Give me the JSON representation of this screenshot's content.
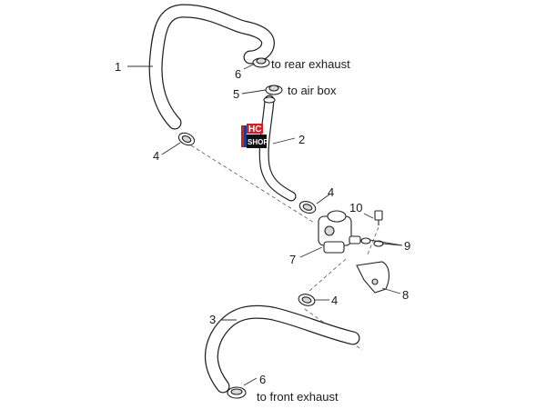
{
  "callouts": [
    {
      "id": "c1",
      "text": "1"
    },
    {
      "id": "c2",
      "text": "2"
    },
    {
      "id": "c3",
      "text": "3"
    },
    {
      "id": "c4a",
      "text": "4"
    },
    {
      "id": "c4b",
      "text": "4"
    },
    {
      "id": "c4c",
      "text": "4"
    },
    {
      "id": "c5",
      "text": "5"
    },
    {
      "id": "c6a",
      "text": "6"
    },
    {
      "id": "c6b",
      "text": "6"
    },
    {
      "id": "c7",
      "text": "7"
    },
    {
      "id": "c8",
      "text": "8"
    },
    {
      "id": "c9",
      "text": "9"
    },
    {
      "id": "c10",
      "text": "10"
    }
  ],
  "destinations": {
    "rear_exhaust": "to rear exhaust",
    "air_box": "to air box",
    "front_exhaust": "to front exhaust"
  },
  "logo": {
    "line1": "HC",
    "line2": "SHOP",
    "colors": {
      "red": "#d21f26",
      "blue": "#1d3f8f",
      "black": "#111111"
    }
  }
}
